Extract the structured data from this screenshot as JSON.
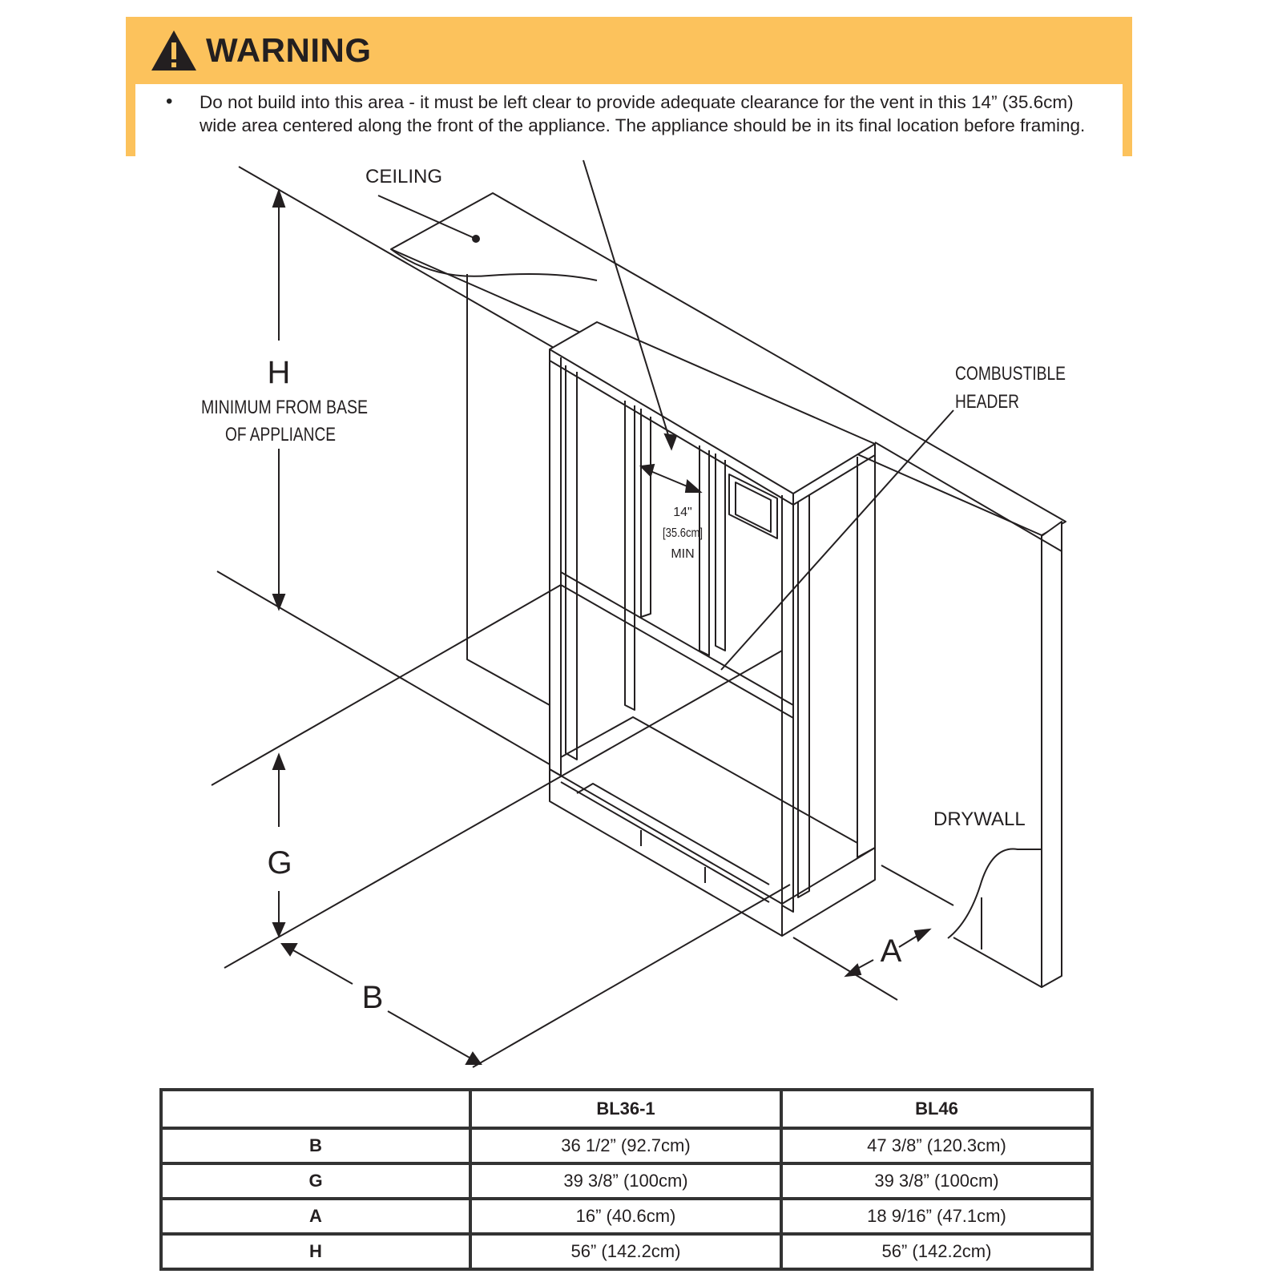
{
  "warning": {
    "title": "WARNING",
    "bullet": "•",
    "text": "Do not build into this area - it must be left clear to provide adequate clearance for the vent in this 14” (35.6cm) wide area centered along the front of the appliance. The appliance should be in its final location before framing.",
    "icon": "warning-triangle-icon",
    "background_color": "#fcc25c"
  },
  "diagram": {
    "labels": {
      "ceiling": "CEILING",
      "h": "H",
      "h_note_1": "MINIMUM FROM BASE",
      "h_note_2": "OF APPLIANCE",
      "clearance_1": "14\"",
      "clearance_2": "[35.6cm]",
      "clearance_3": "MIN",
      "header_1": "COMBUSTIBLE",
      "header_2": "HEADER",
      "drywall": "DRYWALL",
      "g": "G",
      "b": "B",
      "a": "A"
    }
  },
  "table": {
    "headers": [
      "",
      "BL36-1",
      "BL46"
    ],
    "rows": [
      {
        "label": "B",
        "bl36": "36 1/2” (92.7cm)",
        "bl46": "47 3/8” (120.3cm)"
      },
      {
        "label": "G",
        "bl36": "39 3/8” (100cm)",
        "bl46": "39 3/8” (100cm)"
      },
      {
        "label": "A",
        "bl36": "16” (40.6cm)",
        "bl46": "18 9/16” (47.1cm)"
      },
      {
        "label": "H",
        "bl36": "56” (142.2cm)",
        "bl46": "56” (142.2cm)"
      }
    ]
  }
}
